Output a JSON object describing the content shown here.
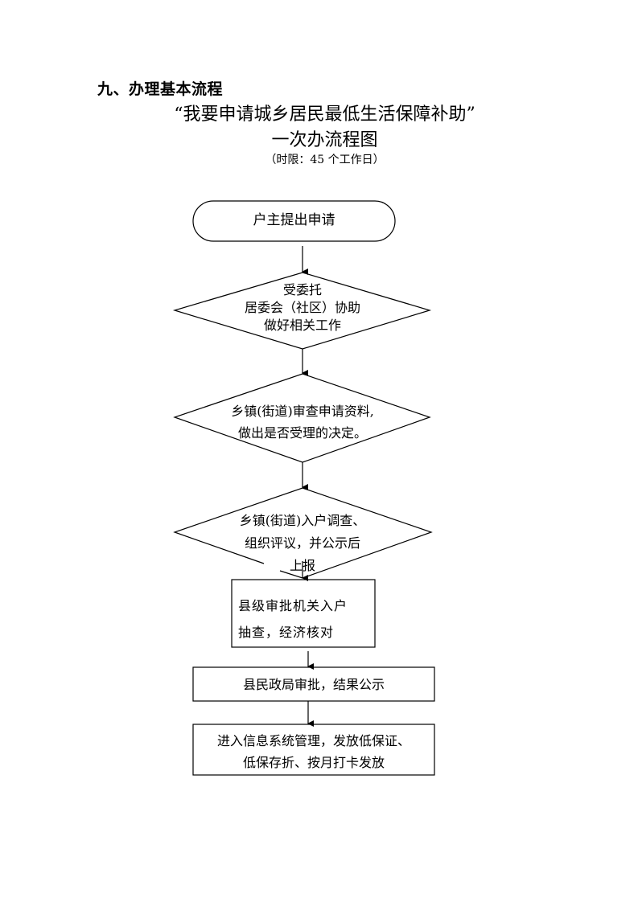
{
  "header": {
    "section_heading": "九、办理基本流程",
    "title_line1": "“我要申请城乡居民最低生活保障补助”",
    "title_line2": "一次办流程图",
    "subtitle": "（时限：45 个工作日）"
  },
  "flow": {
    "nodes": [
      {
        "id": "start",
        "shape": "terminator",
        "lines": [
          "户主提出申请"
        ]
      },
      {
        "id": "community",
        "shape": "diamond",
        "lines": [
          "受委托",
          "居委会（社区）协助",
          "做好相关工作"
        ]
      },
      {
        "id": "town-review",
        "shape": "diamond",
        "lines": [
          "乡镇(街道)审查申请资料,",
          "做出是否受理的决定。"
        ]
      },
      {
        "id": "town-survey",
        "shape": "diamond",
        "lines": [
          "乡镇(街道)入户调查、",
          "组织评议，并公示后",
          "上报"
        ]
      },
      {
        "id": "county-check",
        "shape": "process",
        "lines": [
          "县级审批机关入户",
          "抽查，经济核对"
        ]
      },
      {
        "id": "civil-approval",
        "shape": "process",
        "lines": [
          "县民政局审批，结果公示"
        ]
      },
      {
        "id": "system-manage",
        "shape": "process",
        "lines": [
          "进入信息系统管理，发放低保证、",
          "低保存折、按月打卡发放"
        ]
      }
    ],
    "line_color": "#000000"
  }
}
